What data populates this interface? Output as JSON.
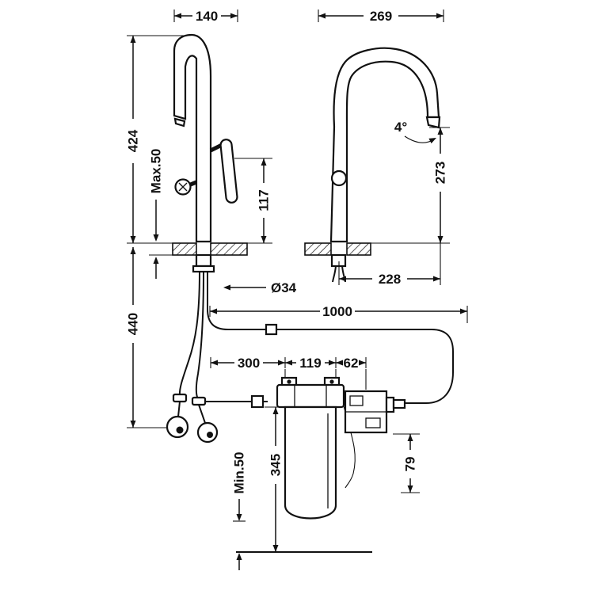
{
  "dims": {
    "side_width": "140",
    "side_height": "424",
    "counter_max": "Max.50",
    "handle_height": "117",
    "hole_dia": "Ø34",
    "front_width": "269",
    "spout_drop": "273",
    "spout_angle": "4°",
    "spout_reach": "228",
    "hose_length": "1000",
    "under_depth": "440",
    "run_left": "300",
    "filter_dia": "119",
    "pump_width": "62",
    "filter_height": "345",
    "pump_drop": "79",
    "clearance_min": "Min.50"
  },
  "colors": {
    "ink": "#111111",
    "background": "#ffffff"
  }
}
